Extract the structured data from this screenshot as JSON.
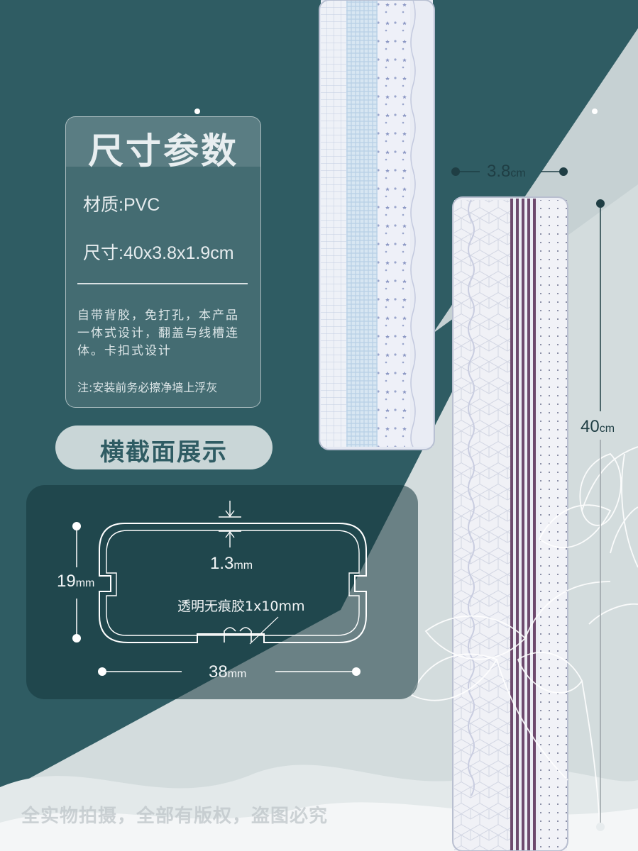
{
  "spec_card": {
    "title": "尺寸参数",
    "material": "材质:PVC",
    "size": "尺寸:40x3.8x1.9cm",
    "description": "自带背胶，免打孔，本产品一体式设计，翻盖与线槽连体。卡扣式设计",
    "note": "注:安装前务必擦净墙上浮灰"
  },
  "cross_section": {
    "title": "横截面展示",
    "thickness_value": "1.3",
    "thickness_unit": "mm",
    "height_value": "19",
    "height_unit": "mm",
    "width_value": "38",
    "width_unit": "mm",
    "adhesive_label": "透明无痕胶1x10mm"
  },
  "product_dims": {
    "width_value": "3.8",
    "width_unit": "cm",
    "length_value": "40",
    "length_unit": "cm"
  },
  "watermark": "全实物拍摄，全部有版权，盗图必究",
  "colors": {
    "teal_background": "#2f5c63",
    "light_background": "#d3dcdd",
    "purple_stripe": "#6e4a6e",
    "accent_dark": "#1f3e44"
  }
}
